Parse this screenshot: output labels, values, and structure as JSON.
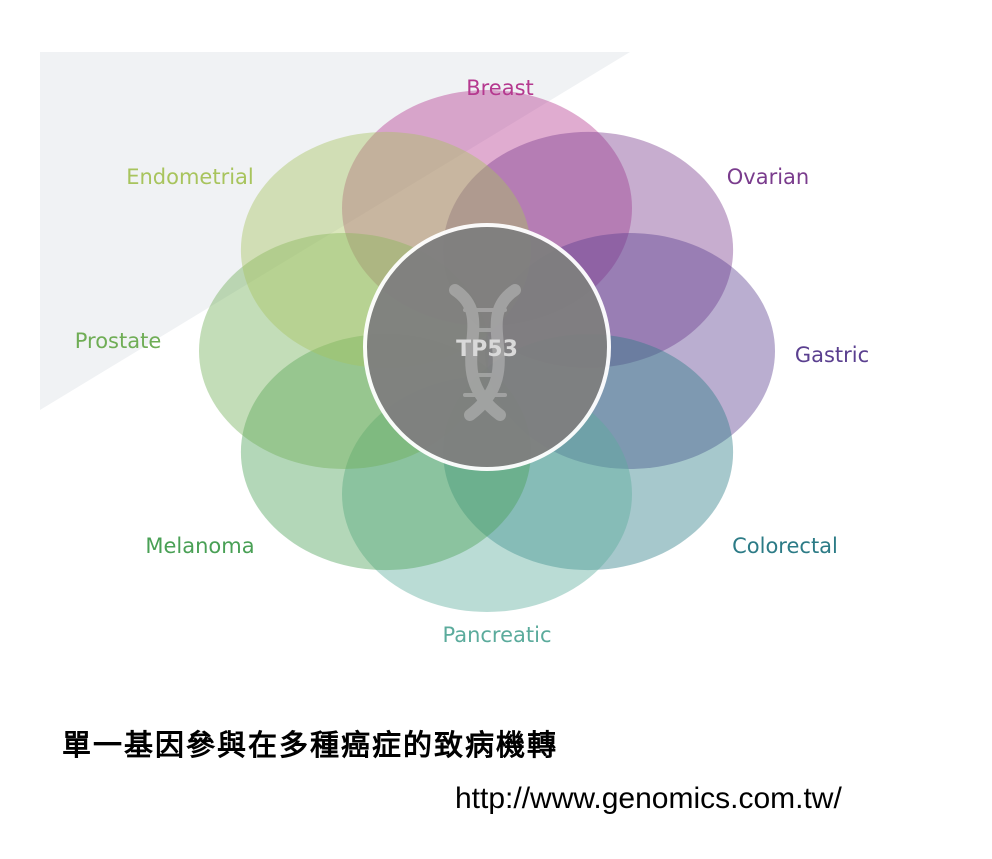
{
  "diagram": {
    "center": {
      "label": "TP53",
      "color": "#7f7f7f",
      "icon": "dna-helix-icon"
    },
    "petals": [
      {
        "label": "Breast",
        "color": "#b5398f"
      },
      {
        "label": "Ovarian",
        "color": "#7a3c8d"
      },
      {
        "label": "Gastric",
        "color": "#5a3f8f"
      },
      {
        "label": "Colorectal",
        "color": "#2c7b86"
      },
      {
        "label": "Pancreatic",
        "color": "#5bab9c"
      },
      {
        "label": "Melanoma",
        "color": "#49a055"
      },
      {
        "label": "Prostate",
        "color": "#6fad55"
      },
      {
        "label": "Endometrial",
        "color": "#a8c45d"
      }
    ]
  },
  "caption": "單一基因參與在多種癌症的致病機轉",
  "source_url": "http://www.genomics.com.tw/"
}
